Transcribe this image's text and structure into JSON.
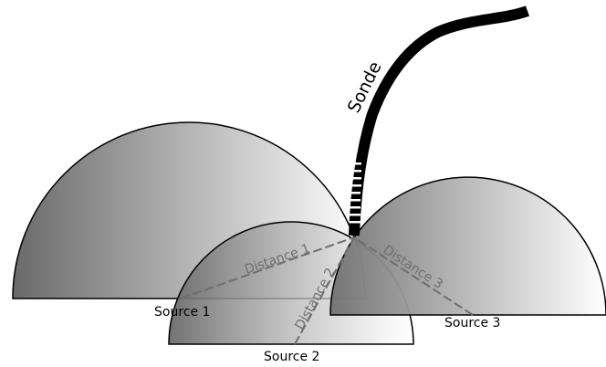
{
  "labels": {
    "sonde": "Sonde",
    "source1": "Source 1",
    "source2": "Source 2",
    "source3": "Source 3",
    "distance1": "Distance 1",
    "distance2": "Distance 2",
    "distance3": "Distance 3"
  },
  "colors": {
    "stroke": "#000000",
    "distance_line": "#6e6e6e",
    "gradient_dark": "#6a6a6a",
    "gradient_light": "#ffffff"
  }
}
